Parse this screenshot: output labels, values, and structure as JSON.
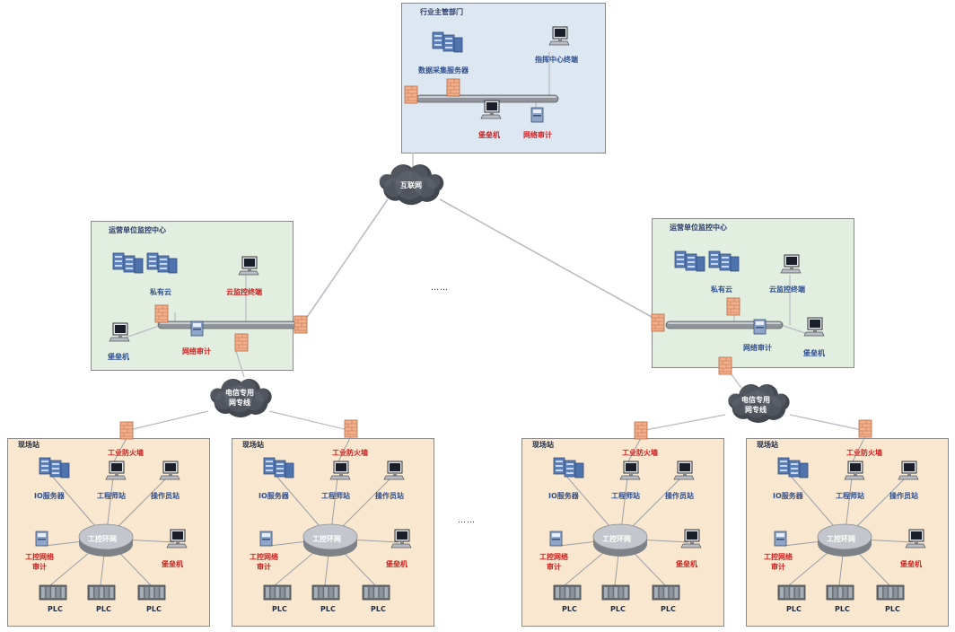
{
  "colors": {
    "red_label": "#d01c1c",
    "blue_label": "#2f4f8f",
    "zone_blue": "#dde7f2",
    "zone_green": "#e2eedf",
    "zone_tan": "#f9e8cf"
  },
  "top": {
    "title": "行业主管部门",
    "server": "数据采集服务器",
    "workstation": "指挥中心终端",
    "bastion": "堡垒机",
    "audit": "网络审计"
  },
  "internet": "互联网",
  "ops_left": {
    "title": "运营单位监控中心",
    "private_cloud": "私有云",
    "cloud_terminal": "云监控终端",
    "bastion": "堡垒机",
    "audit": "网络审计"
  },
  "ops_right": {
    "title": "运营单位监控中心",
    "private_cloud": "私有云",
    "cloud_terminal": "云监控终端",
    "bastion": "堡垒机",
    "audit": "网络审计"
  },
  "telecom": {
    "line1": "电信专用",
    "line2": "网专线"
  },
  "ellipsis": "……",
  "field": {
    "title": "现场站",
    "firewall": "工业防火墙",
    "io_server": "IO服务器",
    "engineer": "工程师站",
    "operator": "操作员站",
    "ring": "工控环网",
    "audit_line1": "工控网络",
    "audit_line2": "审计",
    "bastion": "堡垒机",
    "plc": "PLC"
  }
}
